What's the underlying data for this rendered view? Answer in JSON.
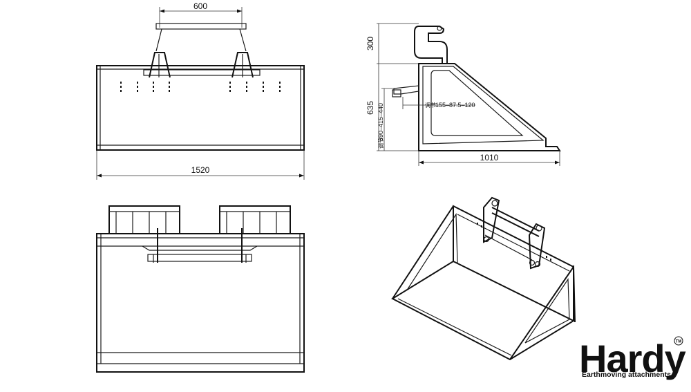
{
  "dimensions": {
    "top_width": "600",
    "overall_width": "1520",
    "hitch_height": "300",
    "bucket_height": "635",
    "depth": "1010",
    "bolt_spacing": "155–87.5–120",
    "vertical_spacing": "390–415–440",
    "cn_label_1": "调节",
    "cn_label_2": "调节"
  },
  "brand": {
    "name": "Hardy",
    "tagline": "Earthmoving attachments",
    "trademark": "TM"
  },
  "colors": {
    "line": "#1a1a1a",
    "background": "#ffffff"
  }
}
